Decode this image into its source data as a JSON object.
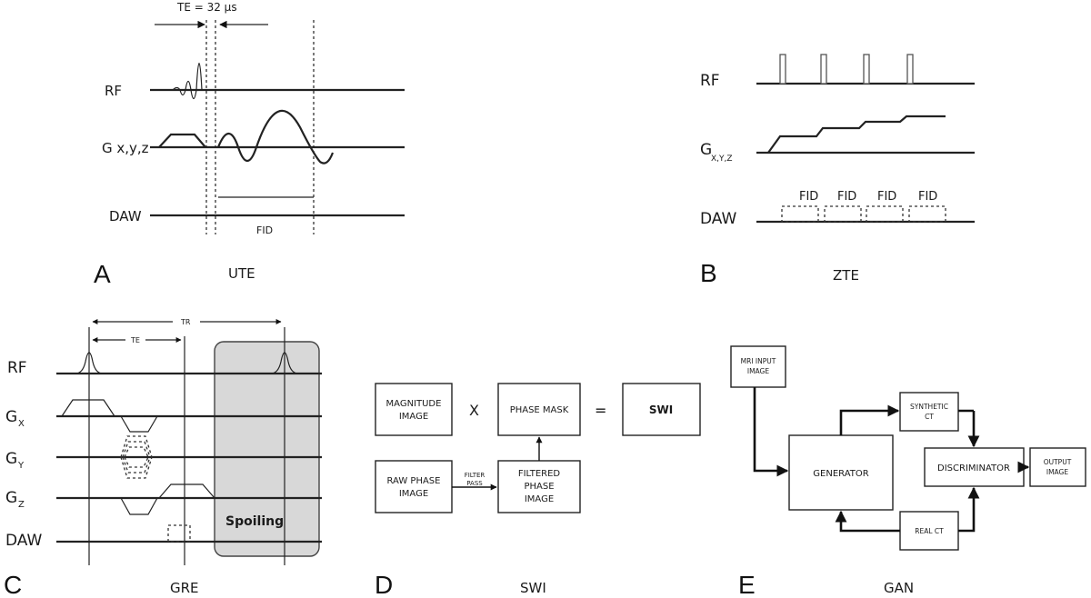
{
  "panels": {
    "A": {
      "letter": "A",
      "title": "UTE",
      "te_label": "TE = 32 µs",
      "rows": {
        "rf": "RF",
        "g": "G x,y,z",
        "daw": "DAW"
      },
      "fid": "FID"
    },
    "B": {
      "letter": "B",
      "title": "ZTE",
      "rows": {
        "rf": "RF",
        "g_main": "G",
        "g_sub": "X,Y,Z",
        "daw": "DAW"
      },
      "fid_labels": [
        "FID",
        "FID",
        "FID",
        "FID"
      ]
    },
    "C": {
      "letter": "C",
      "title": "GRE",
      "tr": "TR",
      "te": "TE",
      "rows": {
        "rf": "RF",
        "gx": "G",
        "gx_sub": "X",
        "gy": "G",
        "gy_sub": "Y",
        "gz": "G",
        "gz_sub": "Z",
        "daw": "DAW"
      },
      "spoiling": "Spoiling"
    },
    "D": {
      "letter": "D",
      "title": "SWI",
      "magnitude_l1": "MAGNITUDE",
      "magnitude_l2": "IMAGE",
      "times": "X",
      "phase_mask": "PHASE MASK",
      "equals": "=",
      "swi": "SWI",
      "raw_l1": "RAW PHASE",
      "raw_l2": "IMAGE",
      "filter_l1": "FILTER",
      "filter_l2": "PASS",
      "filtered_l1": "FILTERED",
      "filtered_l2": "PHASE",
      "filtered_l3": "IMAGE"
    },
    "E": {
      "letter": "E",
      "title": "GAN",
      "mri_l1": "MRI INPUT",
      "mri_l2": "IMAGE",
      "generator": "GENERATOR",
      "synthetic_l1": "SYNTHETIC",
      "synthetic_l2": "CT",
      "discriminator": "DISCRIMINATOR",
      "output_l1": "OUTPUT",
      "output_l2": "IMAGE",
      "real_ct": "REAL CT"
    }
  }
}
